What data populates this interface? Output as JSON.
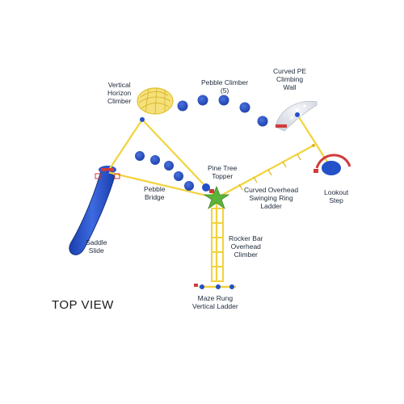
{
  "title": "TOP VIEW",
  "colors": {
    "frame": "#f2d33c",
    "frame_dark": "#d9b520",
    "blue": "#2450c8",
    "red": "#d23a3a",
    "green": "#5bb33a",
    "wall": "#e5e8ee",
    "text": "#1e2a3a"
  },
  "labels": {
    "vertical_horizon_climber": [
      "Vertical",
      "Horizon",
      "Climber"
    ],
    "pebble_climber": [
      "Pebble Climber",
      "(5)"
    ],
    "curved_pe_wall": [
      "Curved PE",
      "Climbing",
      "Wall"
    ],
    "pine_tree_topper": [
      "Pine Tree",
      "Topper"
    ],
    "curved_overhead_ladder": [
      "Curved Overhead",
      "Swinging Ring",
      "Ladder"
    ],
    "lookout_step": [
      "Lookout",
      "Step"
    ],
    "pebble_bridge": [
      "Pebble",
      "Bridge"
    ],
    "saddle_slide": [
      "Saddle",
      "Slide"
    ],
    "rocker_bar_climber": [
      "Rocker Bar",
      "Overhead",
      "Climber"
    ],
    "maze_rung_ladder": [
      "Maze Rung",
      "Vertical Ladder"
    ]
  }
}
